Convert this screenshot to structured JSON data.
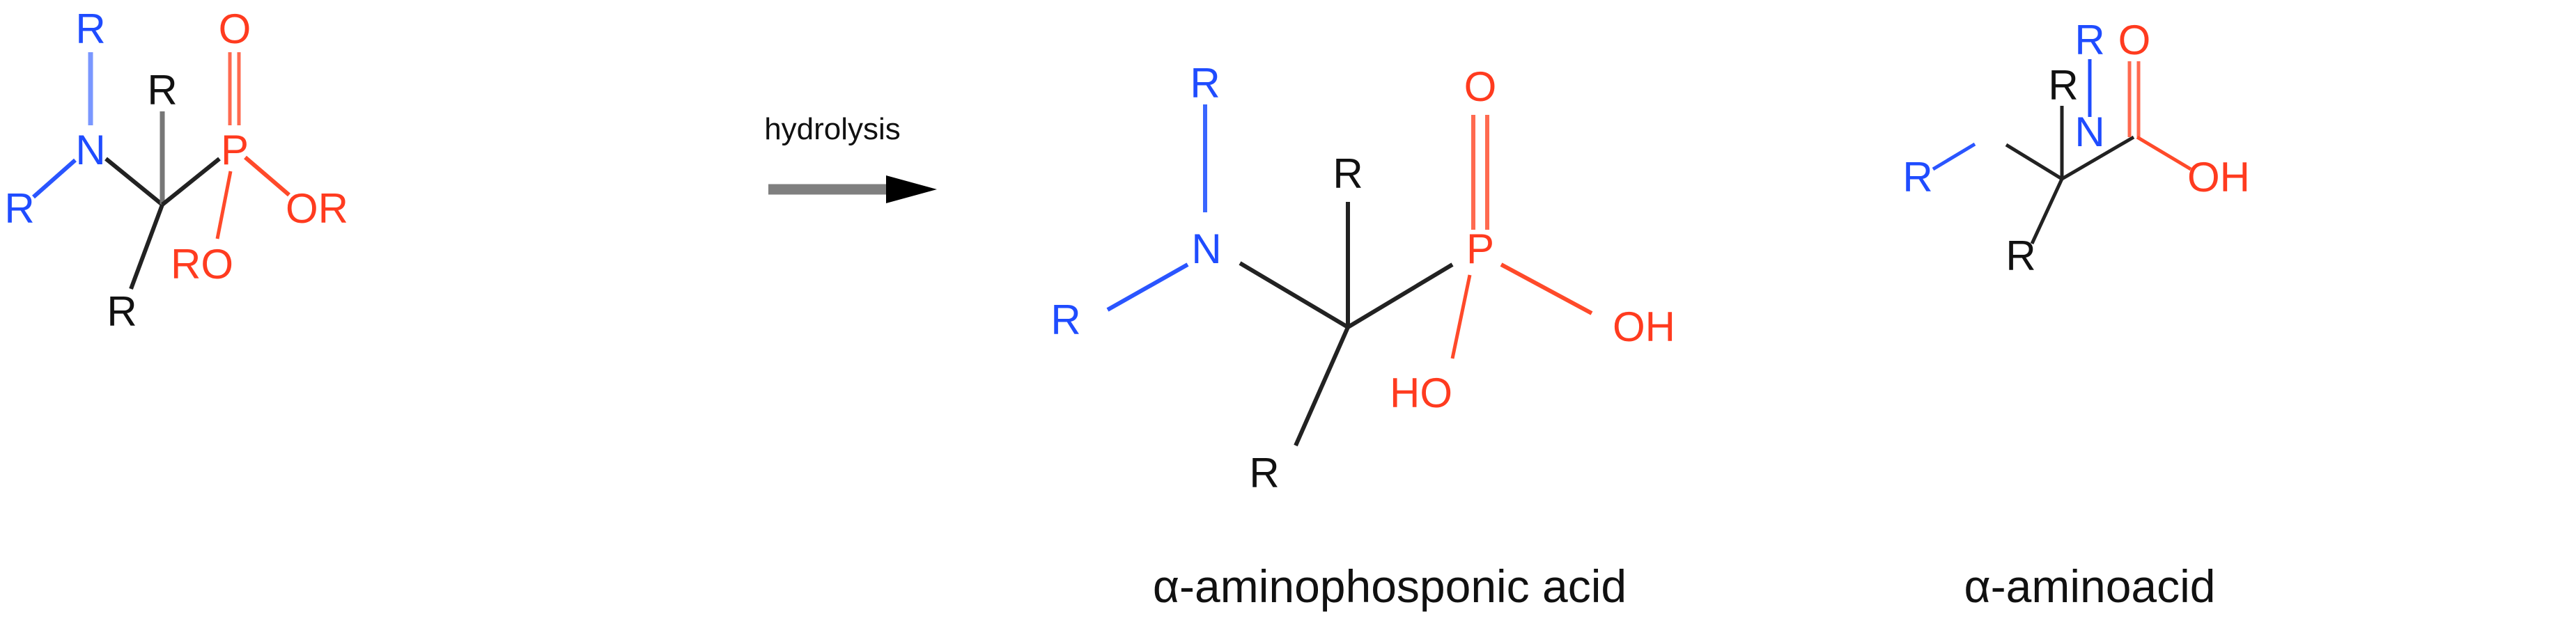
{
  "colors": {
    "nitrogen_group": "#1f4cff",
    "phosphorus_oxygen_group": "#ff3b1f",
    "carbon_skeleton": "#222222",
    "arrow": "#7f7f7f",
    "background": "#ffffff"
  },
  "reaction": {
    "arrow_label": "hydrolysis"
  },
  "reactant": {
    "atoms": {
      "r_top_n": "R",
      "n": "N",
      "r_left_n": "R",
      "r_top_c": "R",
      "r_bottom_c": "R",
      "o_double": "O",
      "p": "P",
      "or": "OR",
      "ro": "RO"
    }
  },
  "product_1": {
    "caption": "α-aminophosponic acid",
    "atoms": {
      "r_top_n": "R",
      "n": "N",
      "r_left_n": "R",
      "r_top_c": "R",
      "r_bottom_c": "R",
      "o_double": "O",
      "p": "P",
      "oh": "OH",
      "ho": "HO"
    }
  },
  "product_2": {
    "caption": "α-aminoacid",
    "atoms": {
      "r_top_n": "R",
      "n": "N",
      "r_left_n": "R",
      "r_top_c": "R",
      "r_bottom_c": "R",
      "o_double": "O",
      "oh": "OH"
    }
  }
}
